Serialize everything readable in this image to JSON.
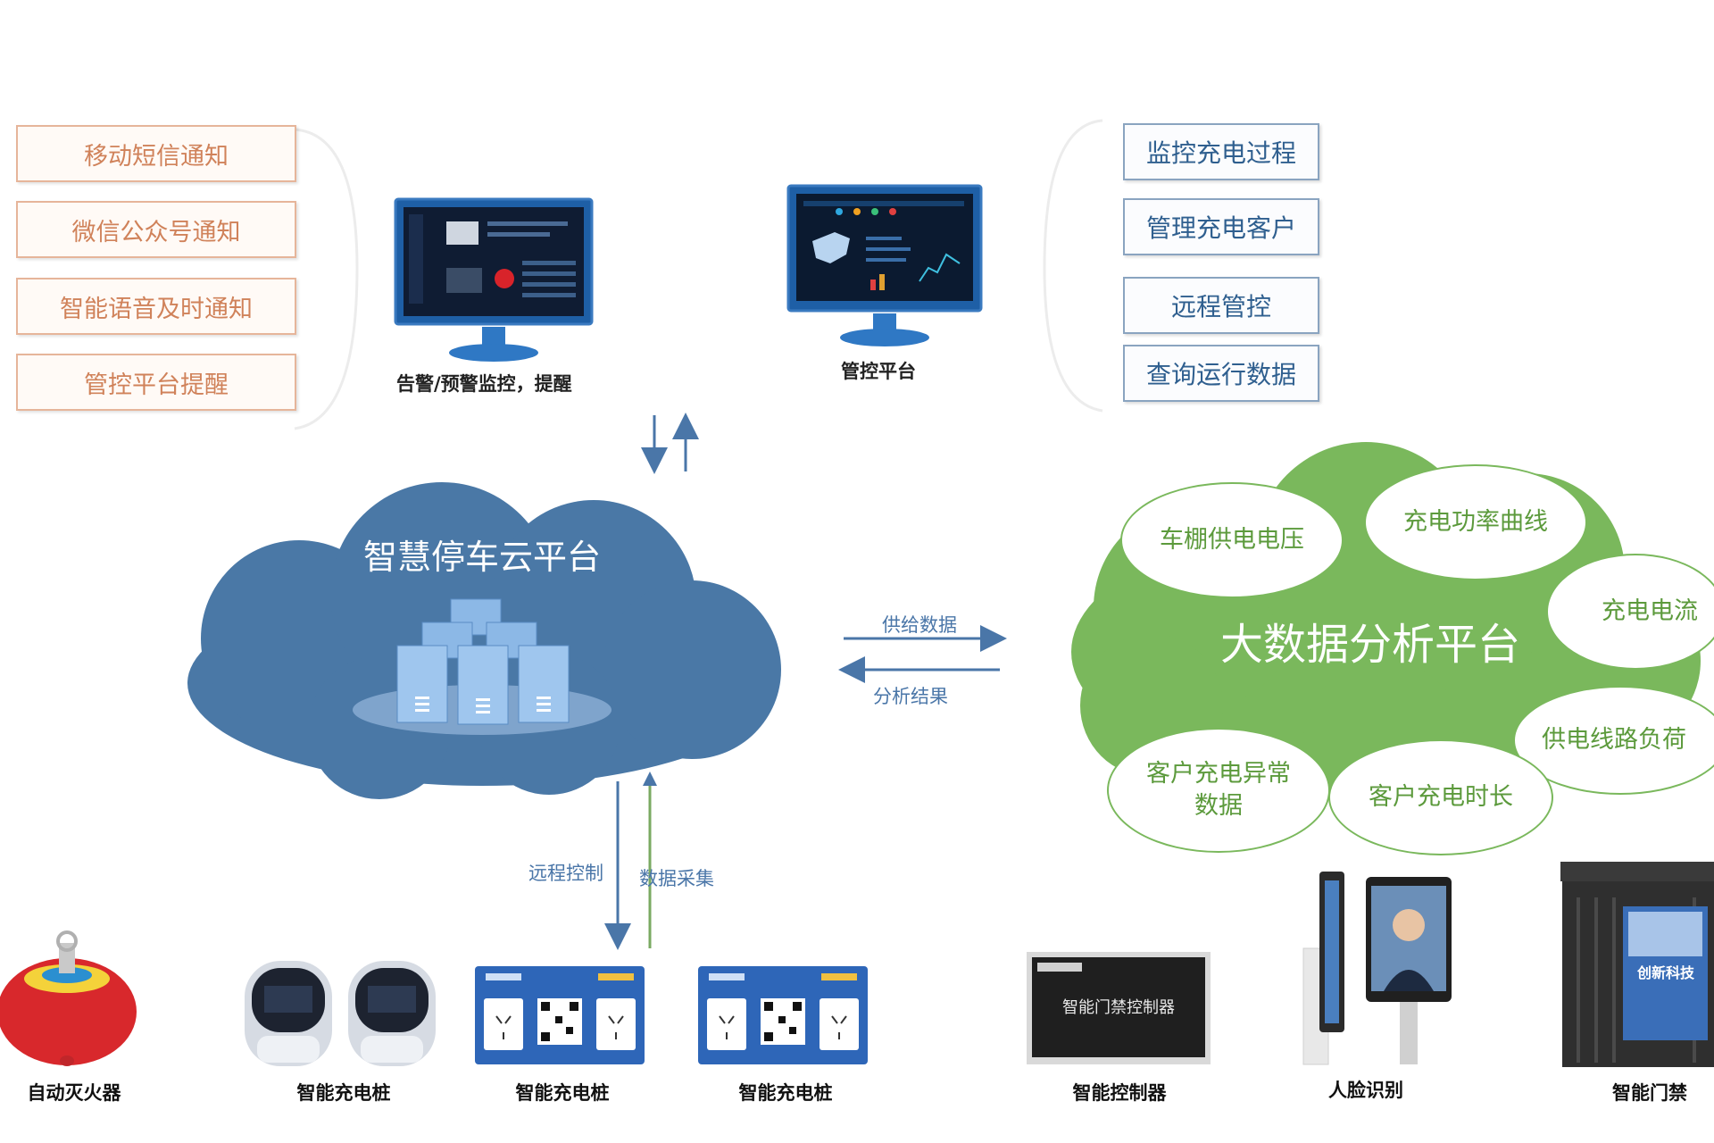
{
  "notifications": [
    "移动短信通知",
    "微信公众号通知",
    "智能语音及时通知",
    "管控平台提醒"
  ],
  "monitors": {
    "alarm_label": "告警/预警监控，提醒",
    "control_label": "管控平台"
  },
  "control_functions": [
    "监控充电过程",
    "管理充电客户",
    "远程管控",
    "查询运行数据"
  ],
  "cloud": {
    "title": "智慧停车云平台"
  },
  "bigdata": {
    "title": "大数据分析平台",
    "items": [
      "车棚供电电压",
      "充电功率曲线",
      "充电电流",
      "供电线路负荷",
      "客户充电时长",
      "客户充电异常\n数据"
    ]
  },
  "flows": {
    "supply": "供给数据",
    "analysis": "分析结果",
    "remote": "远程控制",
    "collect": "数据采集"
  },
  "devices": [
    "自动灭火器",
    "智能充电桩",
    "智能充电桩",
    "智能充电桩",
    "智能控制器",
    "人脸识别",
    "智能门禁"
  ],
  "device_texts": {
    "controller_panel": "智能门禁控制器",
    "gate_ad": "创新科技"
  },
  "colors": {
    "cloud": "#4a78a6",
    "bigdata": "#7ab85c",
    "notify_text": "#d0825a",
    "ctrl_text": "#2f5f8f"
  }
}
